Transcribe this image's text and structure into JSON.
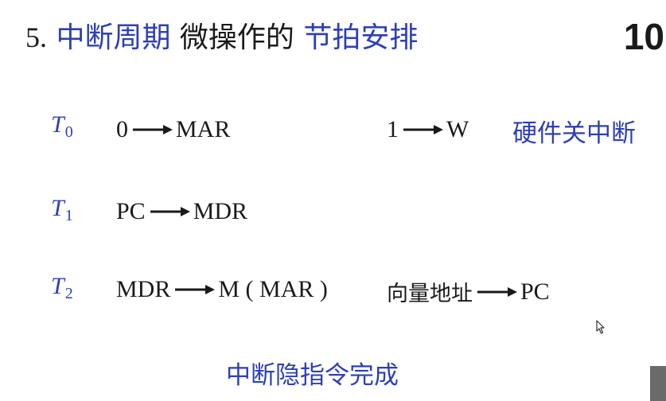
{
  "slide": {
    "title": {
      "number": "5.",
      "part1": "中断周期",
      "part2": "微操作的",
      "part3": "节拍安排"
    },
    "page_number": "10",
    "rows": [
      {
        "t": "T",
        "t_sub": "0",
        "ops": [
          {
            "from": "0",
            "to": "MAR"
          },
          {
            "from": "1",
            "to": "W"
          }
        ],
        "note": "硬件关中断"
      },
      {
        "t": "T",
        "t_sub": "1",
        "ops": [
          {
            "from": "PC",
            "to": "MDR"
          }
        ]
      },
      {
        "t": "T",
        "t_sub": "2",
        "ops": [
          {
            "from": "MDR",
            "to": "M ( MAR )"
          },
          {
            "from": "向量地址",
            "to": "PC"
          }
        ]
      }
    ],
    "footer": "中断隐指令完成",
    "colors": {
      "accent": "#2e3fb3",
      "text": "#1a1a1a",
      "background": "#ffffff"
    }
  }
}
